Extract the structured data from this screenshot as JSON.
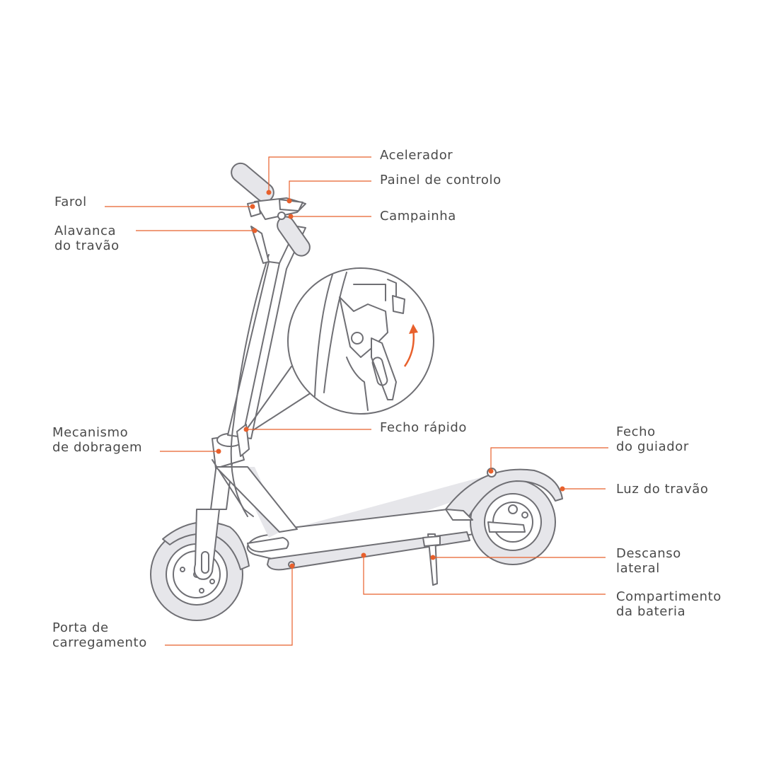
{
  "colors": {
    "line": "#6f6f74",
    "fill": "#e6e6ea",
    "accent": "#e8602c",
    "text": "#4a4a4a"
  },
  "labels": {
    "acelerador": [
      "Acelerador"
    ],
    "painel": [
      "Painel de controlo"
    ],
    "campainha": [
      "Campainha"
    ],
    "farol": [
      "Farol"
    ],
    "alavanca": [
      "Alavanca",
      "do travão"
    ],
    "fecho_rapido": [
      "Fecho rápido"
    ],
    "mecanismo": [
      "Mecanismo",
      "de dobragem"
    ],
    "fecho_guiador": [
      "Fecho",
      "do guiador"
    ],
    "luz_travao": [
      "Luz do travão"
    ],
    "descanso": [
      "Descanso",
      "lateral"
    ],
    "compartimento": [
      "Compartimento",
      "da bateria"
    ],
    "porta": [
      "Porta de",
      "carregamento"
    ]
  }
}
